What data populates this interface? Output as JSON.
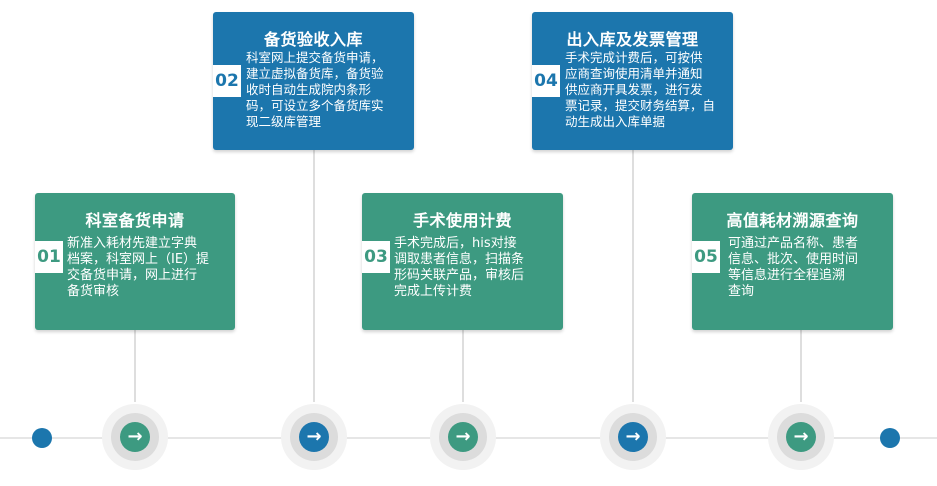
{
  "colors": {
    "green": "#3d9a81",
    "blue": "#1c76ad",
    "line": "#e6e6e6"
  },
  "steps": [
    {
      "number": "01",
      "title": "科室备货申请",
      "description": "新准入耗材先建立字典\n档案，科室网上（IE）提\n交备货申请，网上进行\n备货审核",
      "color": "green"
    },
    {
      "number": "02",
      "title": "备货验收入库",
      "description": "科室网上提交备货申请，\n建立虚拟备货库，备货验\n收时自动生成院内条形\n码，可设立多个备货库实\n现二级库管理",
      "color": "blue"
    },
    {
      "number": "03",
      "title": "手术使用计费",
      "description": "手术完成后，his对接\n调取患者信息，扫描条\n形码关联产品，审核后\n完成上传计费",
      "color": "green"
    },
    {
      "number": "04",
      "title": "出入库及发票管理",
      "description": "手术完成计费后，可按供\n应商查询使用清单并通知\n供应商开具发票，进行发\n票记录，提交财务结算，自\n动生成出入库单据",
      "color": "blue"
    },
    {
      "number": "05",
      "title": "高值耗材溯源查询",
      "description": "可通过产品名称、患者\n信息、批次、使用时间\n等信息进行全程追溯\n查询",
      "color": "green"
    }
  ],
  "timeline": {
    "arrow_icon": "right-arrow-icon",
    "endpoint_icon": "dot-icon"
  }
}
